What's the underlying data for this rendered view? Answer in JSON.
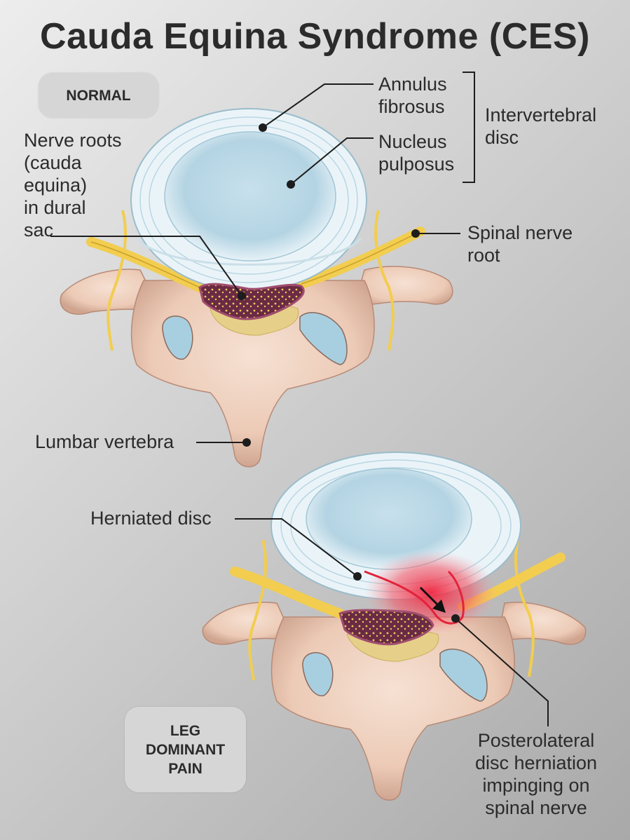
{
  "title": "Cauda Equina Syndrome (CES)",
  "badges": {
    "normal": [
      "NORMAL"
    ],
    "herniated": [
      "LEG",
      "DOMINANT",
      "PAIN"
    ]
  },
  "labels": {
    "annulus": [
      "Annulus",
      "fibrosus"
    ],
    "nucleus": [
      "Nucleus",
      "pulposus"
    ],
    "intervertebral": [
      "Intervertebral",
      "disc"
    ],
    "nerve_roots": [
      "Nerve roots",
      "(cauda",
      "equina)",
      "in dural",
      "sac"
    ],
    "spinal_nerve_root": [
      "Spinal nerve",
      "root"
    ],
    "lumbar_vertebra": [
      "Lumbar vertebra"
    ],
    "herniated_disc": [
      "Herniated disc"
    ],
    "posterolateral": [
      "Posterolateral",
      "disc herniation",
      "impinging on",
      "spinal nerve"
    ]
  },
  "colors": {
    "bone": "#f0d2c0",
    "bone_shadow": "#c9a08c",
    "disc_outer": "#dcecf3",
    "disc_inner": "#b9d8e6",
    "nerve": "#f3d15a",
    "dural_sac": "#6e2a45",
    "herniation": "#e8314a"
  }
}
